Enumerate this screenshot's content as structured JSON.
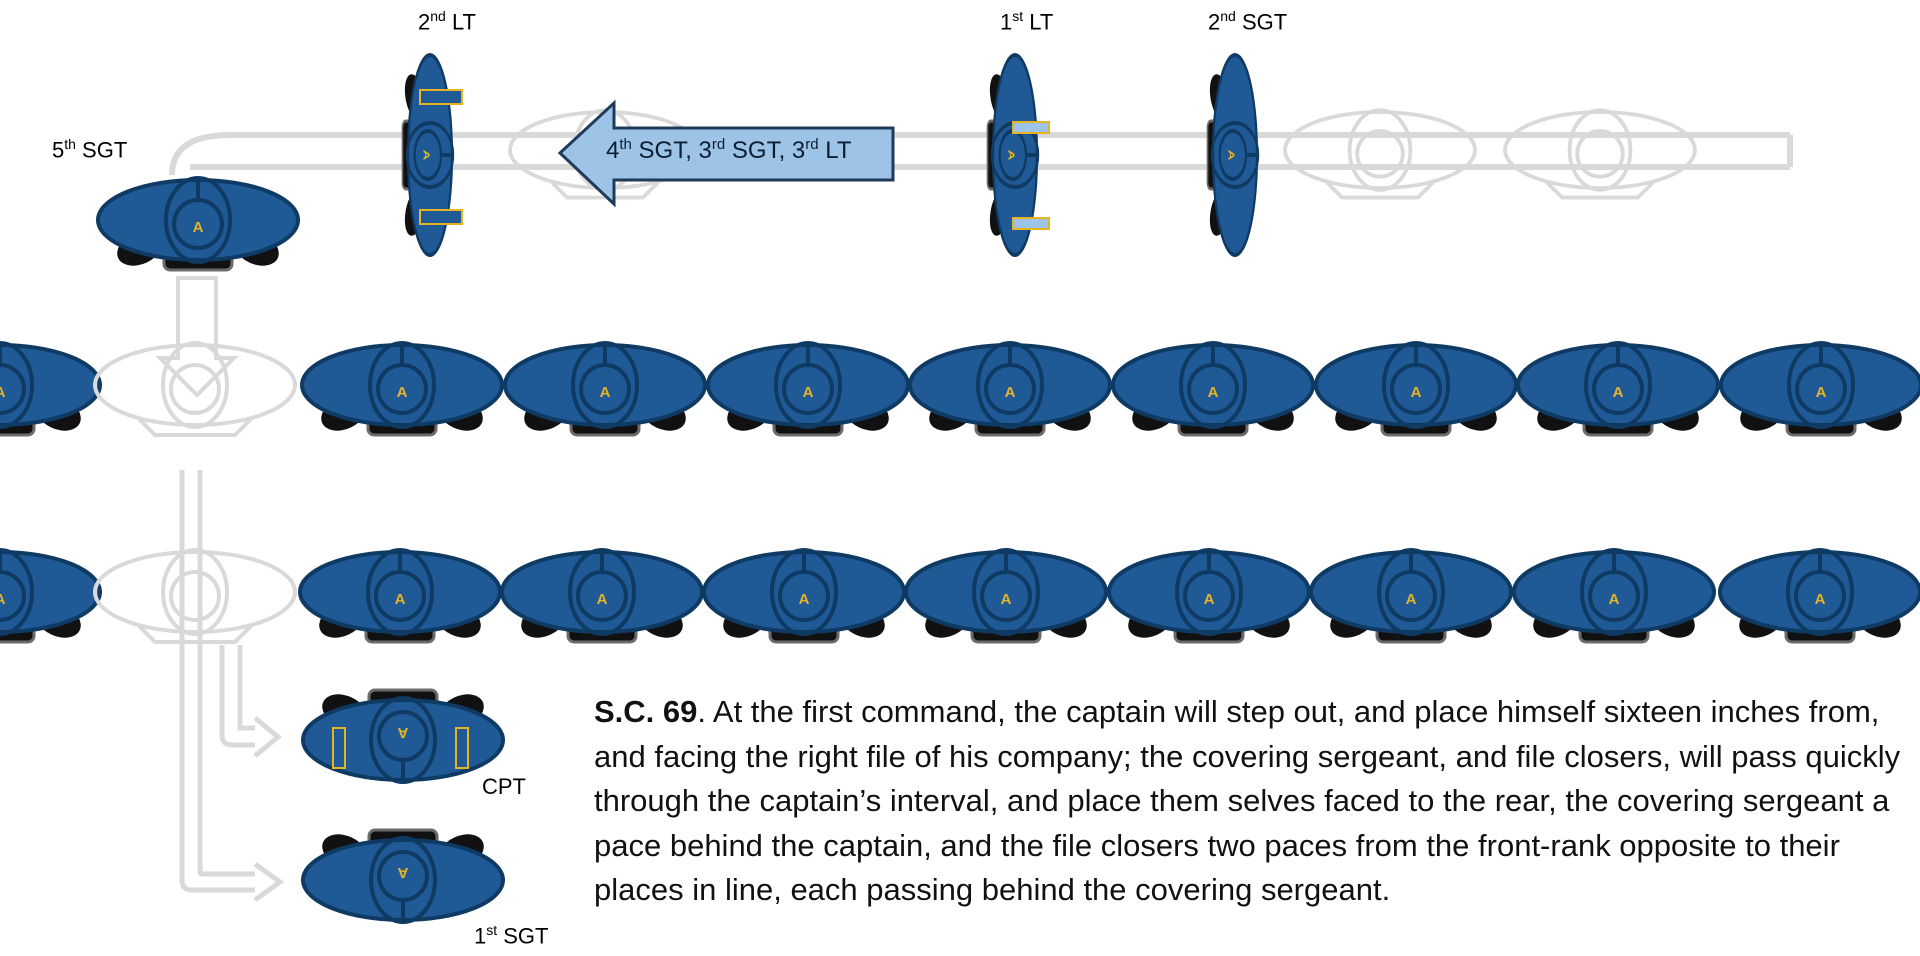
{
  "labels": {
    "lt2": {
      "base": "2",
      "sup": "nd",
      "suffix": " LT"
    },
    "lt1": {
      "base": "1",
      "sup": "st",
      "suffix": " LT"
    },
    "sgt2": {
      "base": "2",
      "sup": "nd",
      "suffix": " SGT"
    },
    "sgt5": {
      "base": "5",
      "sup": "th",
      "suffix": " SGT"
    },
    "cpt": "CPT",
    "sgt1": {
      "base": "1",
      "sup": "st",
      "suffix": " SGT"
    }
  },
  "arrow_text": {
    "p1": "4",
    "s1": "th",
    "t1": " SGT, 3",
    "s2": "rd",
    "t2": " SGT, 3",
    "s3": "rd",
    "t3": " LT"
  },
  "soldier_mark": "A",
  "paragraph": {
    "bold": "S.C. 69",
    "text": ". At the first command, the captain will step out, and place himself sixteen inches from, and facing the right file of his company; the covering sergeant, and file closers, will pass quickly through the captain’s interval, and place them selves faced to the rear, the covering sergeant a pace behind the captain, and the file closers two paces from the front-rank opposite to their places in line, each passing behind the covering sergeant."
  },
  "colors": {
    "uniform": "#1f5a96",
    "uniform_stroke": "#0f3a63",
    "insignia": "#e6b422",
    "ghost": "#d9d9d9",
    "arrow_fill": "#9dc3e6",
    "arrow_stroke": "#1f3a5a"
  }
}
